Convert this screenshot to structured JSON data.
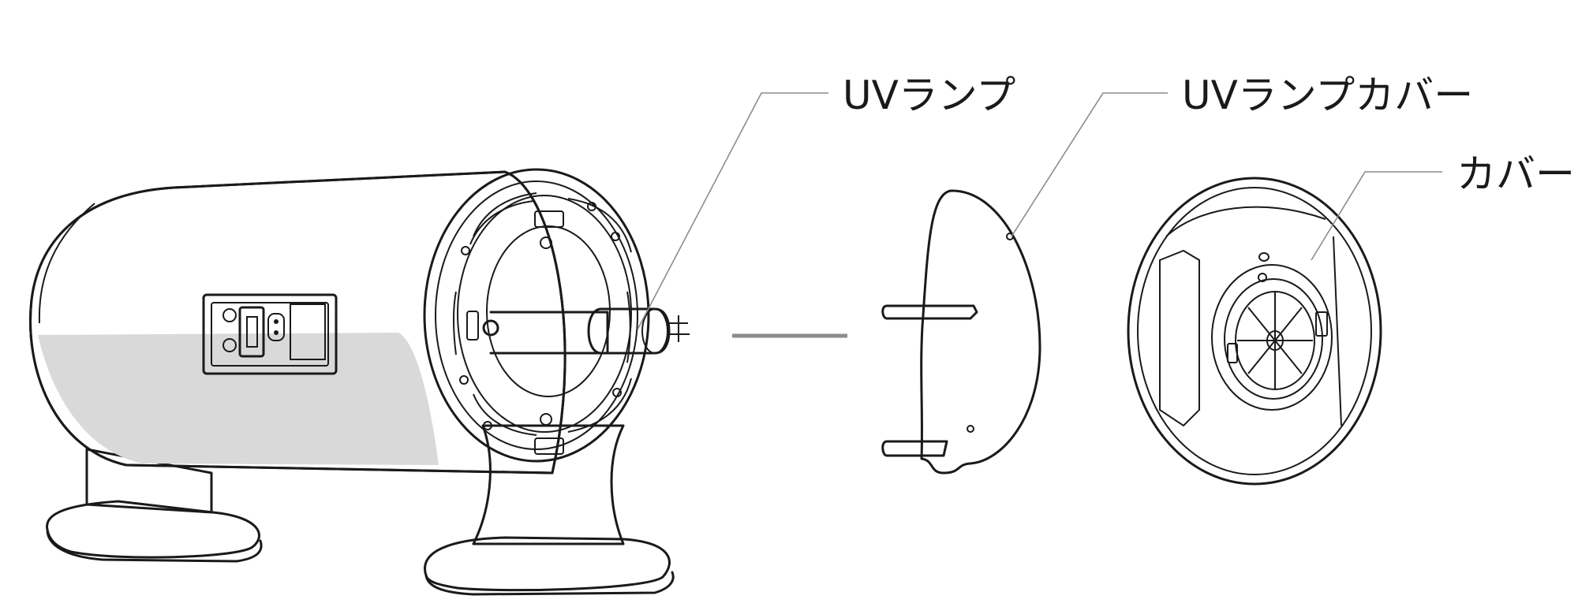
{
  "diagram": {
    "labels": {
      "uv_lamp": "UVランプ",
      "uv_lamp_cover": "UVランプカバー",
      "cover": "カバー"
    },
    "colors": {
      "line": "#1a1a1a",
      "leader": "#8c8c8c",
      "shade": "#d9d9d9",
      "background": "#ffffff"
    }
  }
}
